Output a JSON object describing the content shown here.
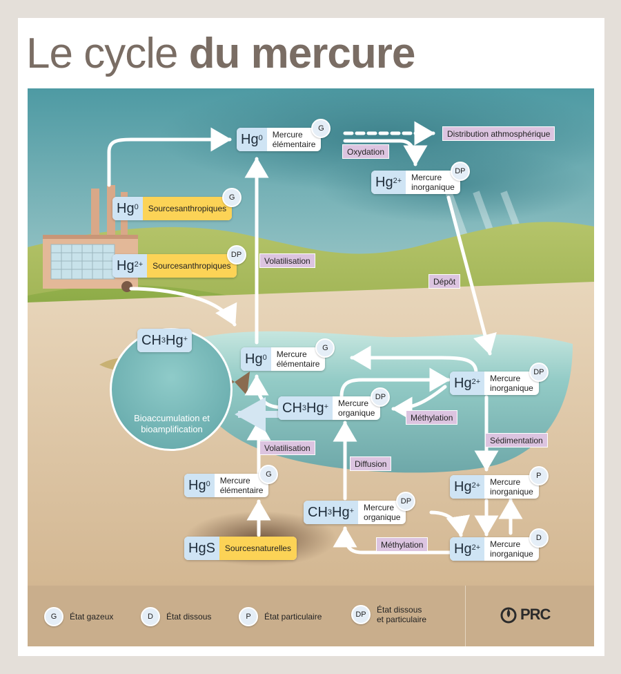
{
  "title": {
    "light": "Le cycle",
    "bold": "du mercure"
  },
  "nodes": {
    "atm_hg0": {
      "sym": "Hg",
      "sup": "0",
      "label1": "Mercure",
      "label2": "élémentaire",
      "badge": "G"
    },
    "atm_hg2": {
      "sym": "Hg",
      "sup": "2+",
      "label1": "Mercure",
      "label2": "inorganique",
      "badge": "DP"
    },
    "src_hg0": {
      "sym": "Hg",
      "sup": "0",
      "label1": "Sources",
      "label2": "anthropiques",
      "badge": "G"
    },
    "src_hg2": {
      "sym": "Hg",
      "sup": "2+",
      "label1": "Sources",
      "label2": "anthropiques",
      "badge": "DP"
    },
    "water_hg0": {
      "sym": "Hg",
      "sup": "0",
      "label1": "Mercure",
      "label2": "élémentaire",
      "badge": "G"
    },
    "water_hg2": {
      "sym": "Hg",
      "sup": "2+",
      "label1": "Mercure",
      "label2": "inorganique",
      "badge": "DP"
    },
    "water_ch3hg": {
      "sym1": "CH",
      "sub": "3",
      "sym2": "Hg",
      "sup": "+",
      "label1": "Mercure",
      "label2": "organique",
      "badge": "DP"
    },
    "sed_hg0": {
      "sym": "Hg",
      "sup": "0",
      "label1": "Mercure",
      "label2": "élémentaire",
      "badge": "G"
    },
    "sed_hgs": {
      "sym": "HgS",
      "label1": "Sources",
      "label2": "naturelles"
    },
    "sed_ch3hg": {
      "sym1": "CH",
      "sub": "3",
      "sym2": "Hg",
      "sup": "+",
      "label1": "Mercure",
      "label2": "organique",
      "badge": "DP"
    },
    "sed_hg2_p": {
      "sym": "Hg",
      "sup": "2+",
      "label1": "Mercure",
      "label2": "inorganique",
      "badge": "P"
    },
    "sed_hg2_d": {
      "sym": "Hg",
      "sup": "2+",
      "label1": "Mercure",
      "label2": "inorganique",
      "badge": "D"
    },
    "bio_ch3hg": {
      "sym1": "CH",
      "sub": "3",
      "sym2": "Hg",
      "sup": "+"
    }
  },
  "processes": {
    "distribution": "Distribution athmosphérique",
    "oxydation": "Oxydation",
    "volatilisation_1": "Volatilisation",
    "depot": "Dépôt",
    "methylation_1": "Méthylation",
    "sedimentation": "Sédimentation",
    "volatilisation_2": "Volatilisation",
    "diffusion": "Diffusion",
    "methylation_2": "Méthylation"
  },
  "bioaccumulation": {
    "line1": "Bioaccumulation et",
    "line2": "bioamplification"
  },
  "legend": [
    {
      "badge": "G",
      "label1": "État gazeux",
      "label2": ""
    },
    {
      "badge": "D",
      "label1": "État dissous",
      "label2": ""
    },
    {
      "badge": "P",
      "label1": "État particulaire",
      "label2": ""
    },
    {
      "badge": "DP",
      "label1": "État dissous",
      "label2": "et particulaire"
    }
  ],
  "logo": "PRC",
  "colors": {
    "title": "#7a6d64",
    "sym_bg": "#cfe4f4",
    "source_bg": "#fcd356",
    "process_bg": "#dcc4e0",
    "legend_bg": "#c9ae8c",
    "water": "#8fcbc9"
  }
}
